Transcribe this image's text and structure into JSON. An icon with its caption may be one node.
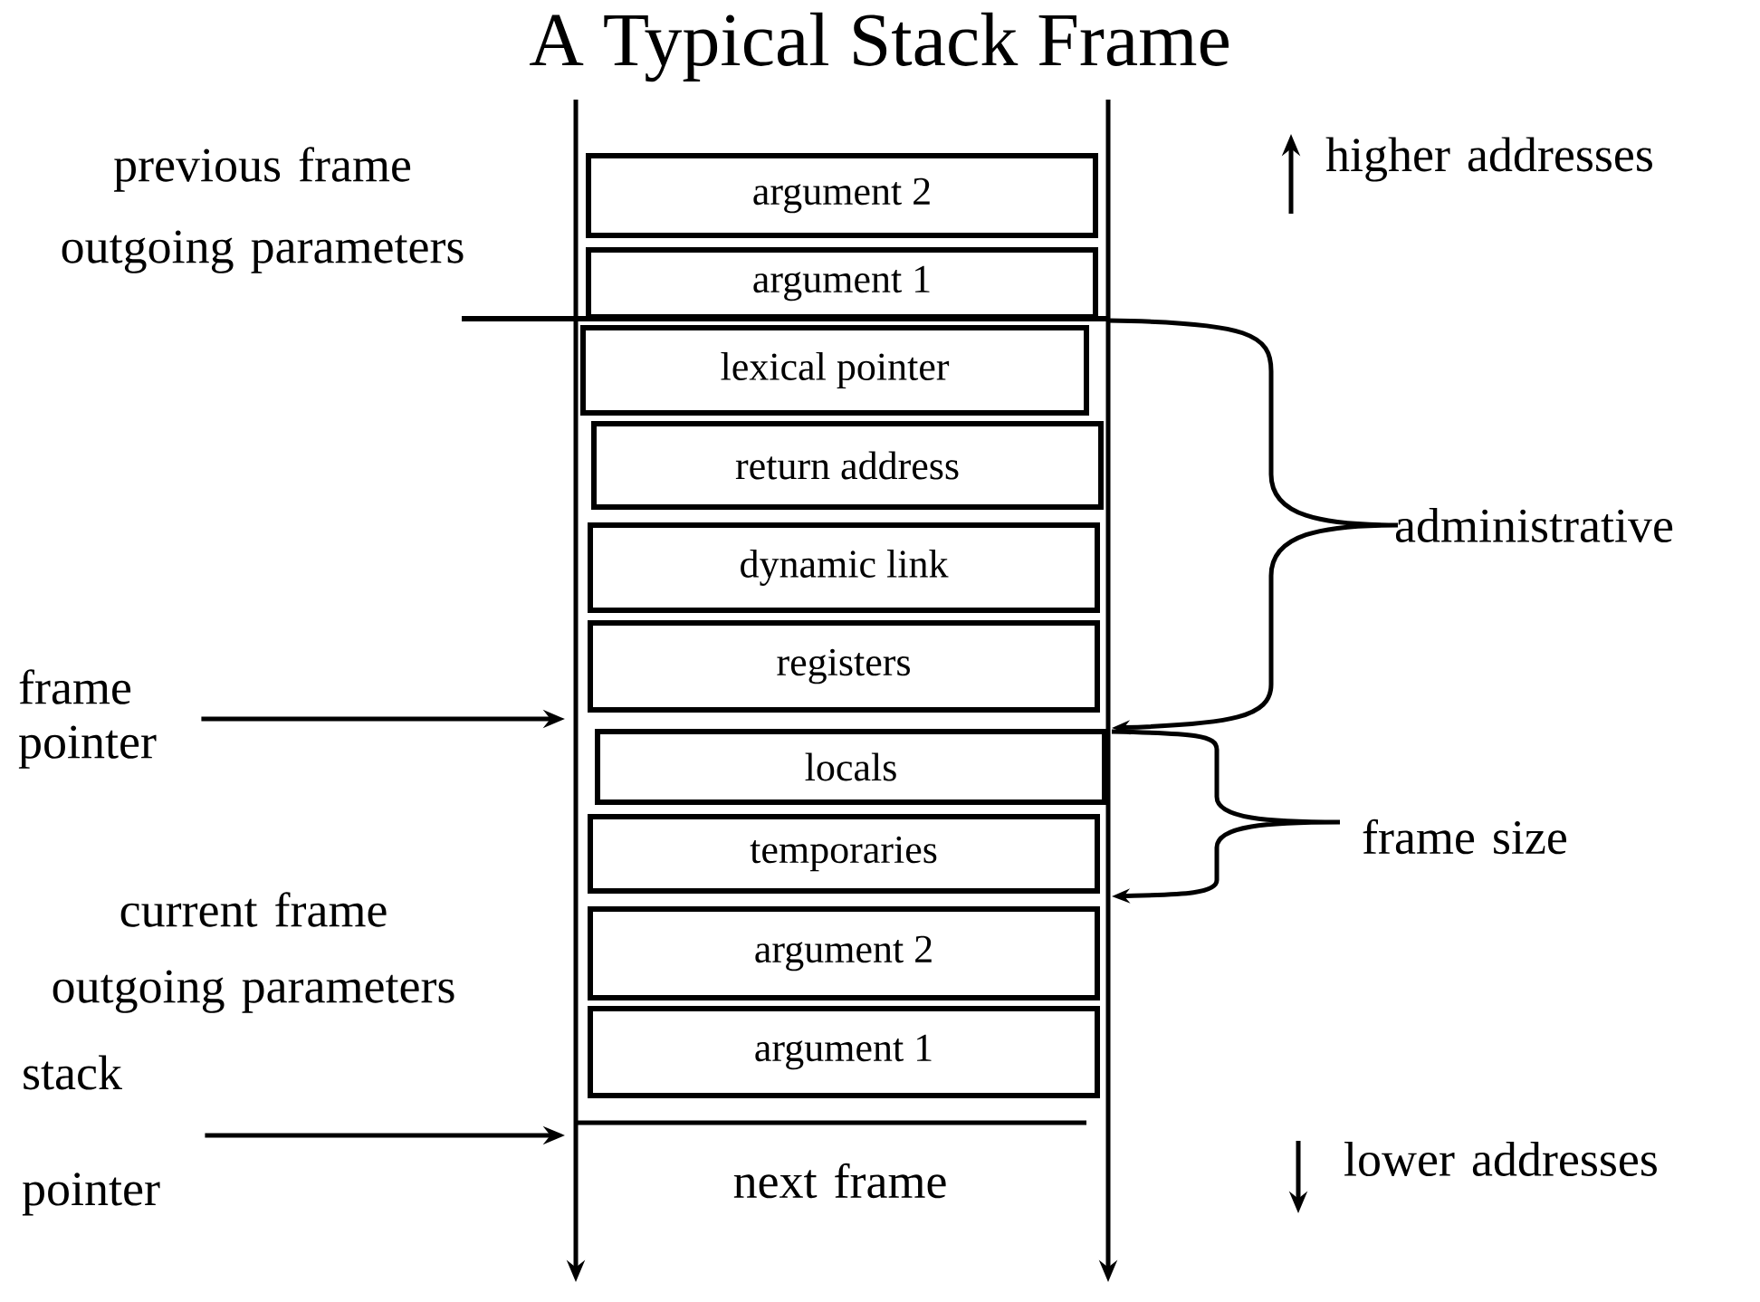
{
  "diagram": {
    "title": "A Typical Stack Frame",
    "nodes": [
      {
        "text": [
          "argument 2"
        ]
      },
      {
        "text": [
          "argument 1"
        ]
      },
      {
        "text": [
          "lexical pointer"
        ]
      },
      {
        "text": [
          "return address"
        ]
      },
      {
        "text": [
          "dynamic link"
        ]
      },
      {
        "text": [
          "registers"
        ]
      },
      {
        "text": [
          "locals"
        ]
      },
      {
        "text": [
          "temporaries"
        ]
      },
      {
        "text": [
          "argument 2"
        ]
      },
      {
        "text": [
          "argument 1"
        ]
      },
      {
        "text": [
          "frame pointer"
        ]
      },
      {
        "text": [
          "stack pointer"
        ]
      }
    ],
    "edges": [
      {
        "from": 10,
        "to": null,
        "arrow": "to"
      },
      {
        "from": 11,
        "to": null,
        "arrow": "to"
      }
    ],
    "labels": [
      "previous frame outgoing parameters",
      "higher addresses",
      "administrative",
      "frame size",
      "current frame outgoing parameters",
      "next frame",
      "lower addresses"
    ]
  }
}
